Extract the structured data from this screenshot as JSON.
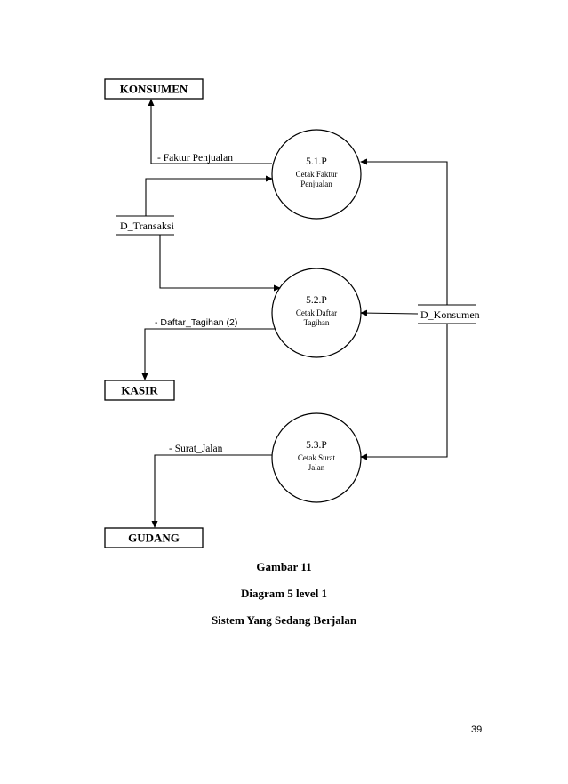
{
  "diagram": {
    "entities": {
      "konsumen": "KONSUMEN",
      "kasir": "KASIR",
      "gudang": "GUDANG"
    },
    "processes": [
      {
        "id": "5.1.P",
        "name_line1": "Cetak Faktur",
        "name_line2": "Penjualan"
      },
      {
        "id": "5.2.P",
        "name_line1": "Cetak Daftar",
        "name_line2": "Tagihan"
      },
      {
        "id": "5.3.P",
        "name_line1": "Cetak Surat",
        "name_line2": "Jalan"
      }
    ],
    "stores": {
      "transaksi": "D_Transaksi",
      "konsumen": "D_Konsumen"
    },
    "flows": {
      "faktur_penjualan": "-  Faktur Penjualan",
      "daftar_tagihan": "-  Daftar_Tagihan (2)",
      "surat_jalan": "-  Surat_Jalan"
    }
  },
  "caption": {
    "line1": "Gambar 11",
    "line2": "Diagram 5 level 1",
    "line3": "Sistem Yang Sedang Berjalan"
  },
  "page_number": "39"
}
